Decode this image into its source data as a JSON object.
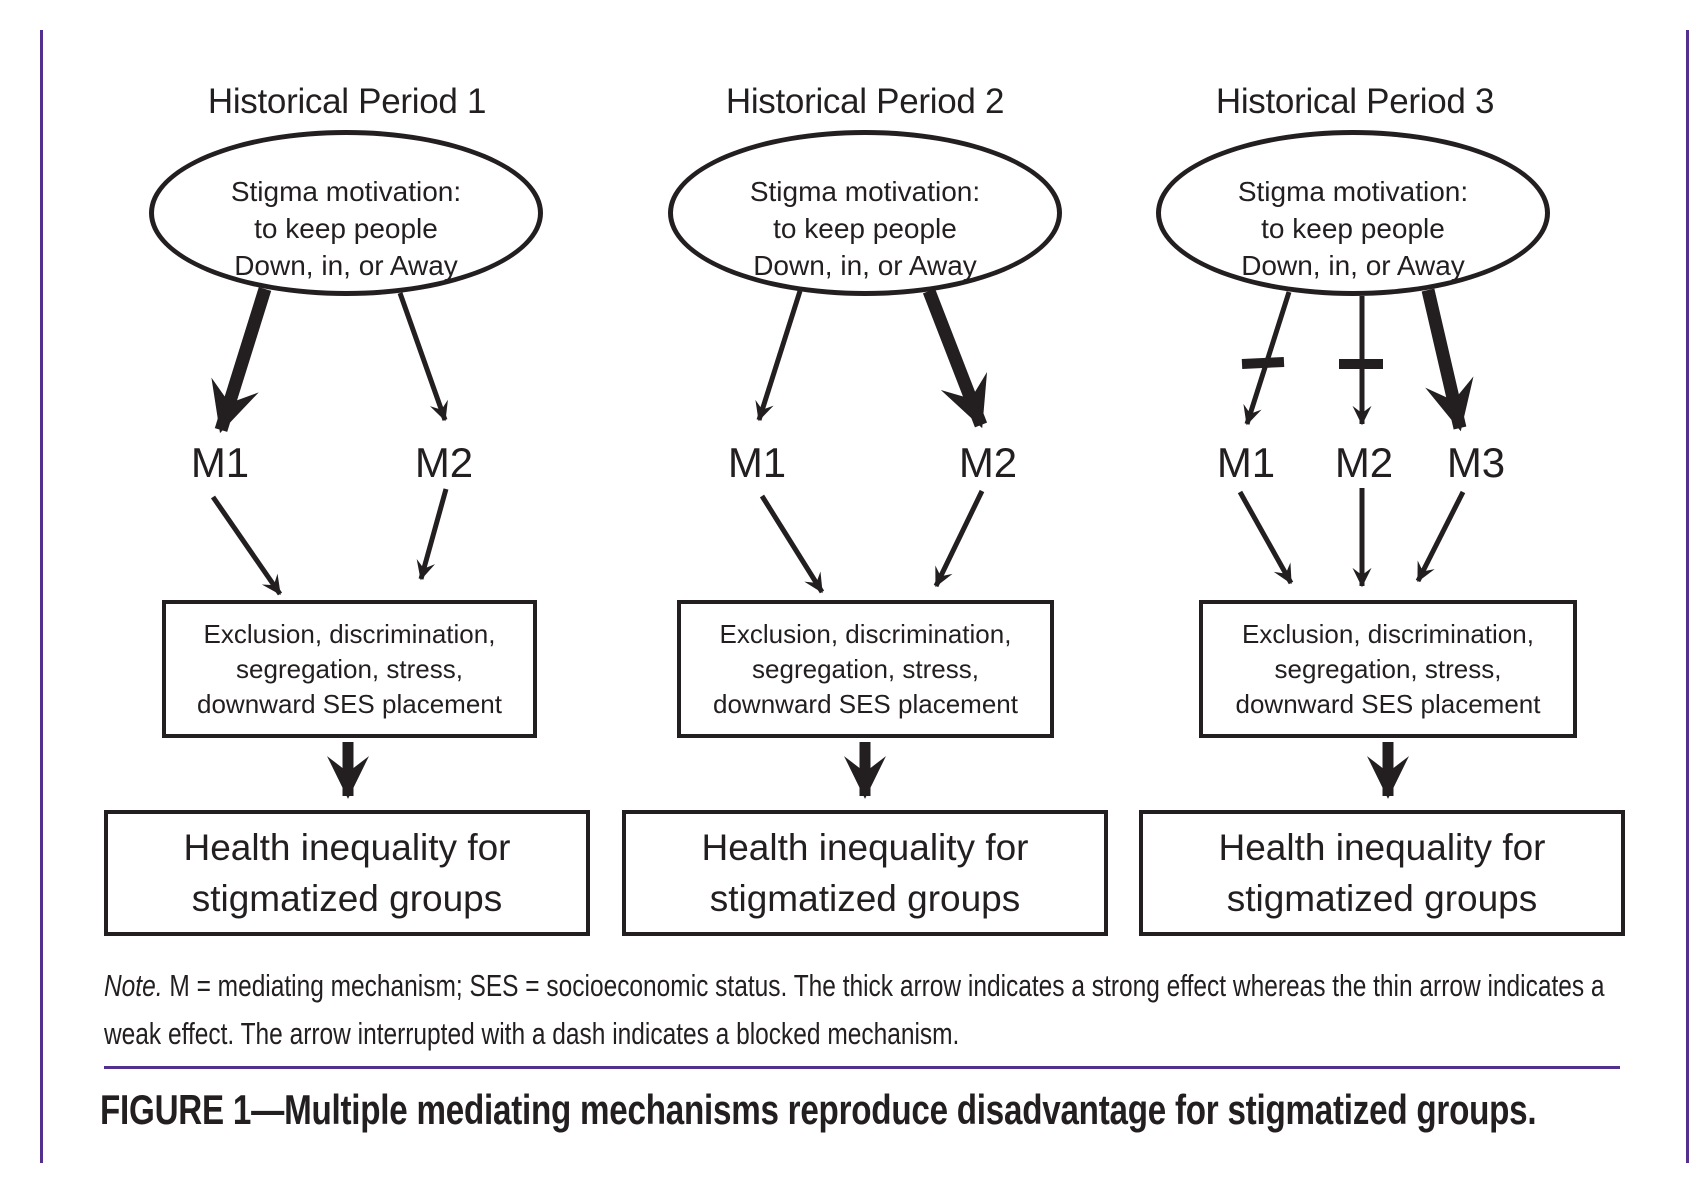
{
  "figure": {
    "columns": [
      {
        "title": "Historical Period 1",
        "ellipse_lines": [
          "Stigma motivation:",
          "to keep people",
          "Down, in, or Away"
        ],
        "mediators": [
          {
            "label": "M1",
            "arrow_style": "thick",
            "effect": "strong"
          },
          {
            "label": "M2",
            "arrow_style": "thin",
            "effect": "weak"
          }
        ],
        "exclusion_lines": [
          "Exclusion, discrimination,",
          "segregation, stress,",
          "downward SES placement"
        ],
        "health_lines": [
          "Health inequality for",
          "stigmatized groups"
        ]
      },
      {
        "title": "Historical Period 2",
        "ellipse_lines": [
          "Stigma motivation:",
          "to keep people",
          "Down, in, or Away"
        ],
        "mediators": [
          {
            "label": "M1",
            "arrow_style": "thin",
            "effect": "weak"
          },
          {
            "label": "M2",
            "arrow_style": "thick",
            "effect": "strong"
          }
        ],
        "exclusion_lines": [
          "Exclusion, discrimination,",
          "segregation, stress,",
          "downward SES placement"
        ],
        "health_lines": [
          "Health inequality for",
          "stigmatized groups"
        ]
      },
      {
        "title": "Historical Period 3",
        "ellipse_lines": [
          "Stigma motivation:",
          "to keep people",
          "Down, in, or Away"
        ],
        "mediators": [
          {
            "label": "M1",
            "arrow_style": "thin-dashed",
            "effect": "blocked"
          },
          {
            "label": "M2",
            "arrow_style": "thin-dashed",
            "effect": "blocked"
          },
          {
            "label": "M3",
            "arrow_style": "thick",
            "effect": "strong"
          }
        ],
        "exclusion_lines": [
          "Exclusion, discrimination,",
          "segregation, stress,",
          "downward SES placement"
        ],
        "health_lines": [
          "Health inequality for",
          "stigmatized groups"
        ]
      }
    ],
    "note": {
      "lead": "Note.",
      "text": "M = mediating mechanism; SES = socioeconomic status. The thick arrow indicates a strong effect whereas the thin arrow indicates a weak effect. The arrow interrupted with a dash indicates a blocked mechanism."
    },
    "caption": "FIGURE 1—Multiple mediating mechanisms reproduce disadvantage for stigmatized groups.",
    "colors": {
      "accent_purple": "#54308e",
      "ink": "#231f20"
    }
  }
}
